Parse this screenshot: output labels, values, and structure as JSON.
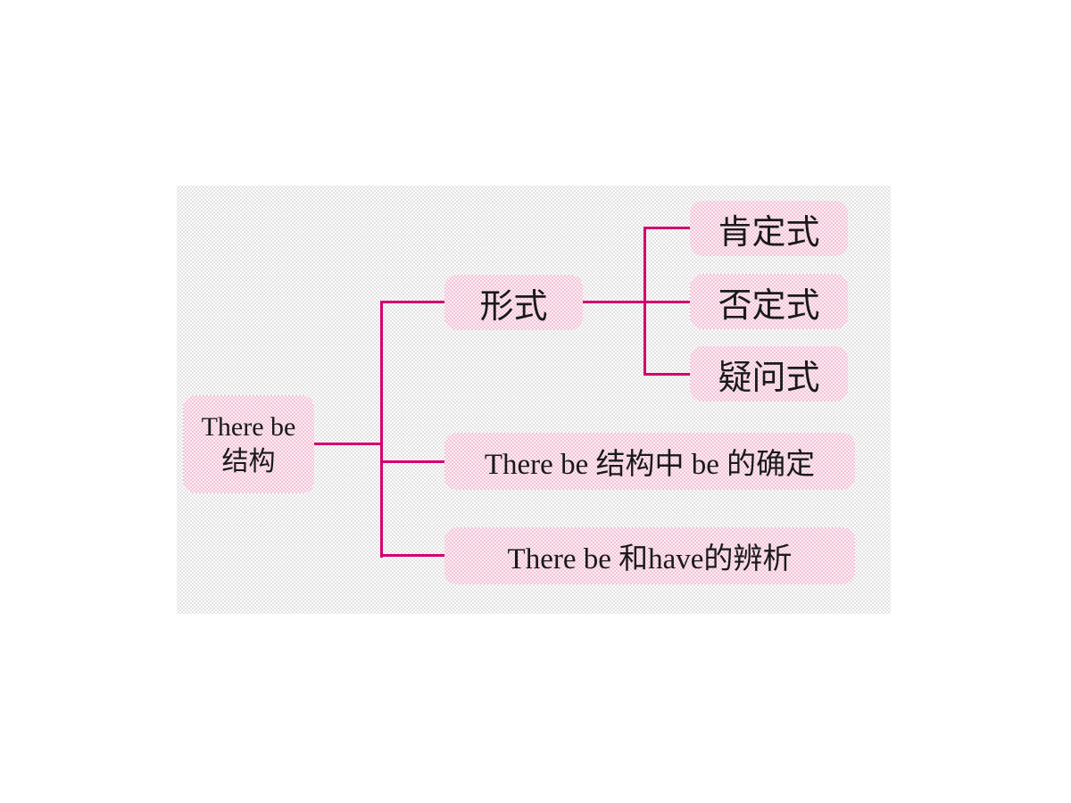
{
  "diagram": {
    "root": {
      "line1": "There be",
      "line2": "结构"
    },
    "branches": {
      "form": {
        "label": "形式",
        "children": [
          "肯定式",
          "否定式",
          "疑问式"
        ]
      },
      "be_determination": {
        "label": "There be 结构中 be 的确定"
      },
      "have_comparison": {
        "label": "There be 和have的辨析"
      }
    },
    "colors": {
      "edge": "#d4006e",
      "node_fill": "#f1c4d7",
      "node_fill_light": "#fcecf3",
      "text": "#1a1a1a",
      "panel_dot": "#c9c9c9",
      "background": "#ffffff"
    }
  }
}
